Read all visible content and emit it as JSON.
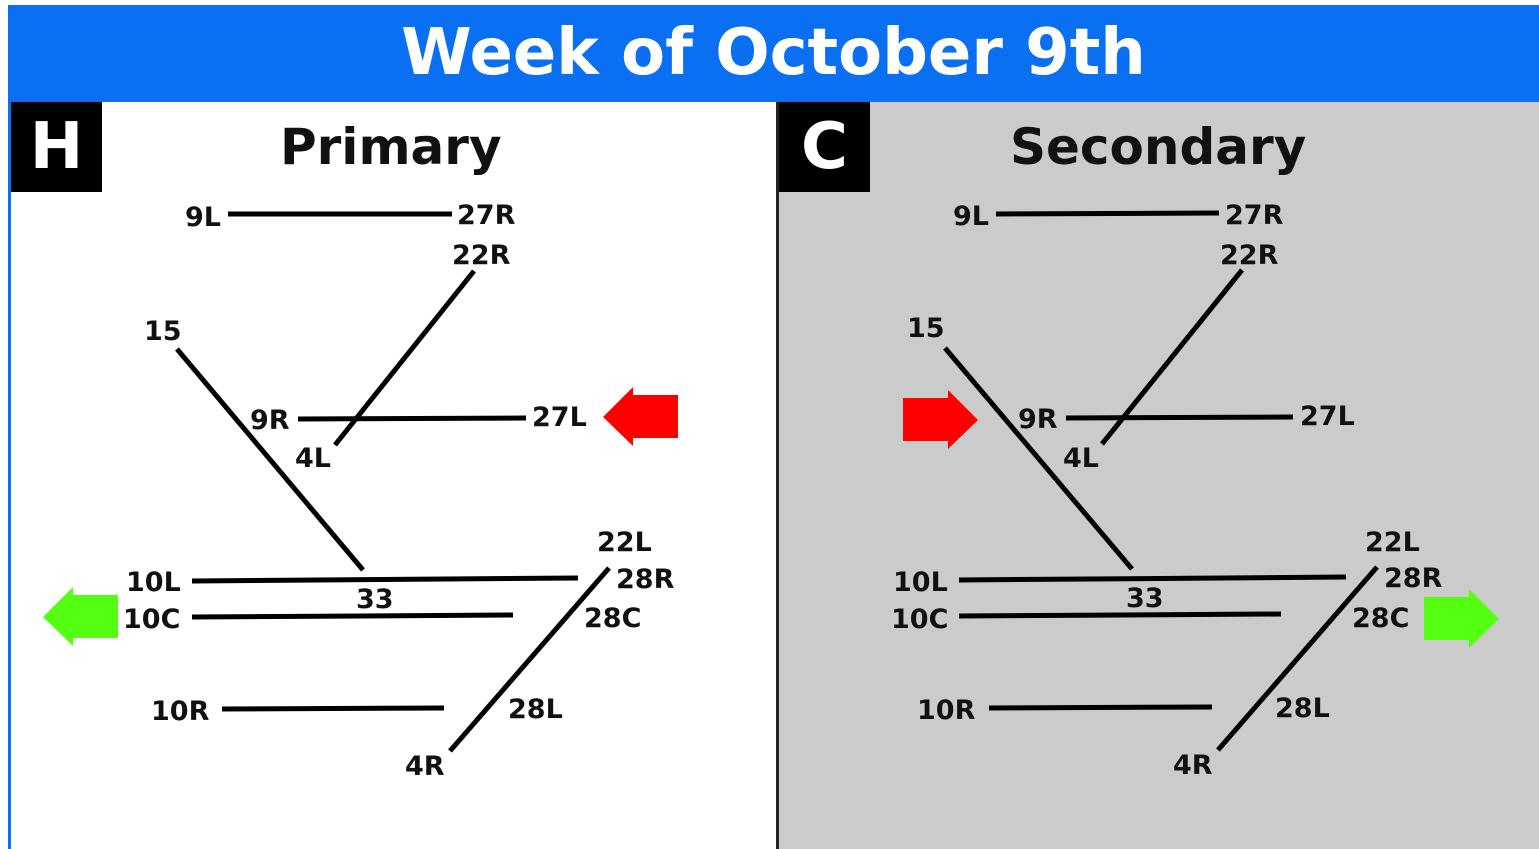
{
  "header": {
    "title": "Week of October 9th",
    "color": "#0a6ff0"
  },
  "panels": {
    "primary": {
      "letter": "H",
      "title": "Primary",
      "background": "#ffffff"
    },
    "secondary": {
      "letter": "C",
      "title": "Secondary",
      "background": "#cbcbcb"
    }
  },
  "runway_labels": {
    "l9": "9L",
    "r27": "27R",
    "r22": "22R",
    "n15": "15",
    "r9": "9R",
    "l27": "27L",
    "l4": "4L",
    "l22": "22L",
    "r28": "28R",
    "l10": "10L",
    "c10": "10C",
    "n33": "33",
    "c28": "28C",
    "r10": "10R",
    "l28": "28L",
    "r4": "4R"
  },
  "arrows": {
    "arrival_color": "#ff0000",
    "departure_color": "#55ff11"
  }
}
